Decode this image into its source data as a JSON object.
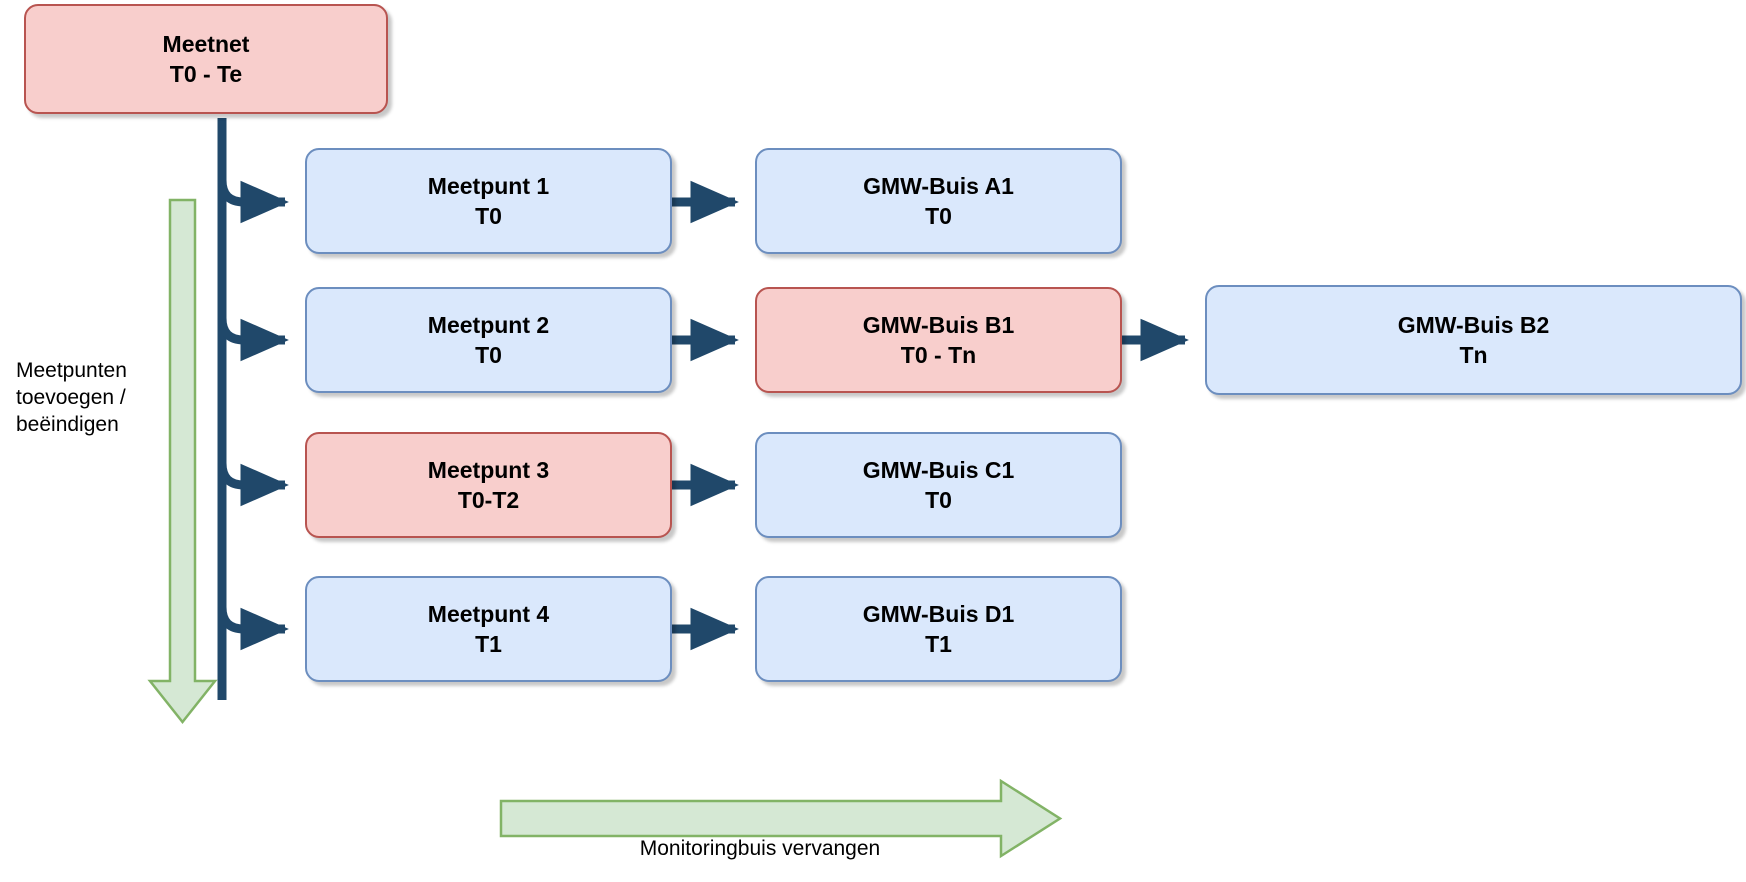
{
  "diagram": {
    "title_node": {
      "id": "meetnet",
      "line1": "Meetnet",
      "line2": "T0 - Te",
      "color": "#f8cecc",
      "border_color": "#b85450"
    },
    "colors": {
      "blue_fill": "#dae8fc",
      "blue_border": "#6c8ebf",
      "pink_fill": "#f8cecc",
      "pink_border": "#b85450",
      "connector": "#20486a",
      "green_fill": "#d5e8d4",
      "green_border": "#82b366"
    },
    "nodes": [
      {
        "id": "meetpunt-1",
        "line1": "Meetpunt 1",
        "line2": "T0",
        "style": "blue"
      },
      {
        "id": "gmw-buis-a1",
        "line1": "GMW-Buis A1",
        "line2": "T0",
        "style": "blue"
      },
      {
        "id": "meetpunt-2",
        "line1": "Meetpunt 2",
        "line2": "T0",
        "style": "blue"
      },
      {
        "id": "gmw-buis-b1",
        "line1": "GMW-Buis B1",
        "line2": "T0 - Tn",
        "style": "pink"
      },
      {
        "id": "gmw-buis-b2",
        "line1": "GMW-Buis B2",
        "line2": "Tn",
        "style": "blue"
      },
      {
        "id": "meetpunt-3",
        "line1": "Meetpunt 3",
        "line2": "T0-T2",
        "style": "pink"
      },
      {
        "id": "gmw-buis-c1",
        "line1": "GMW-Buis C1",
        "line2": "T0",
        "style": "blue"
      },
      {
        "id": "meetpunt-4",
        "line1": "Meetpunt 4",
        "line2": "T1",
        "style": "blue"
      },
      {
        "id": "gmw-buis-d1",
        "line1": "GMW-Buis D1",
        "line2": "T1",
        "style": "blue"
      }
    ],
    "annotations": {
      "left_arrow_label": "Meetpunten\ntoevoegen /\nbeëindigen",
      "bottom_arrow_label": "Monitoringbuis vervangen"
    }
  }
}
